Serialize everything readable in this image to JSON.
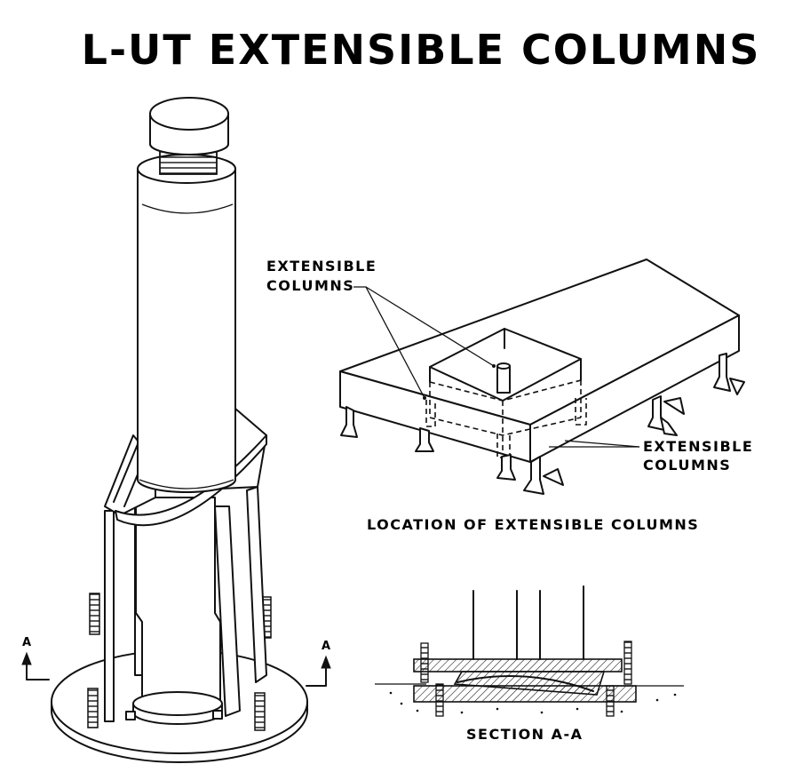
{
  "title": "L-UT EXTENSIBLE COLUMNS",
  "labels": {
    "callout_top_line1": "EXTENSIBLE",
    "callout_top_line2": "COLUMNS",
    "callout_right_line1": "EXTENSIBLE",
    "callout_right_line2": "COLUMNS",
    "location_caption": "LOCATION OF EXTENSIBLE COLUMNS",
    "section_caption": "SECTION A-A",
    "section_marker_left": "A",
    "section_marker_right": "A"
  }
}
